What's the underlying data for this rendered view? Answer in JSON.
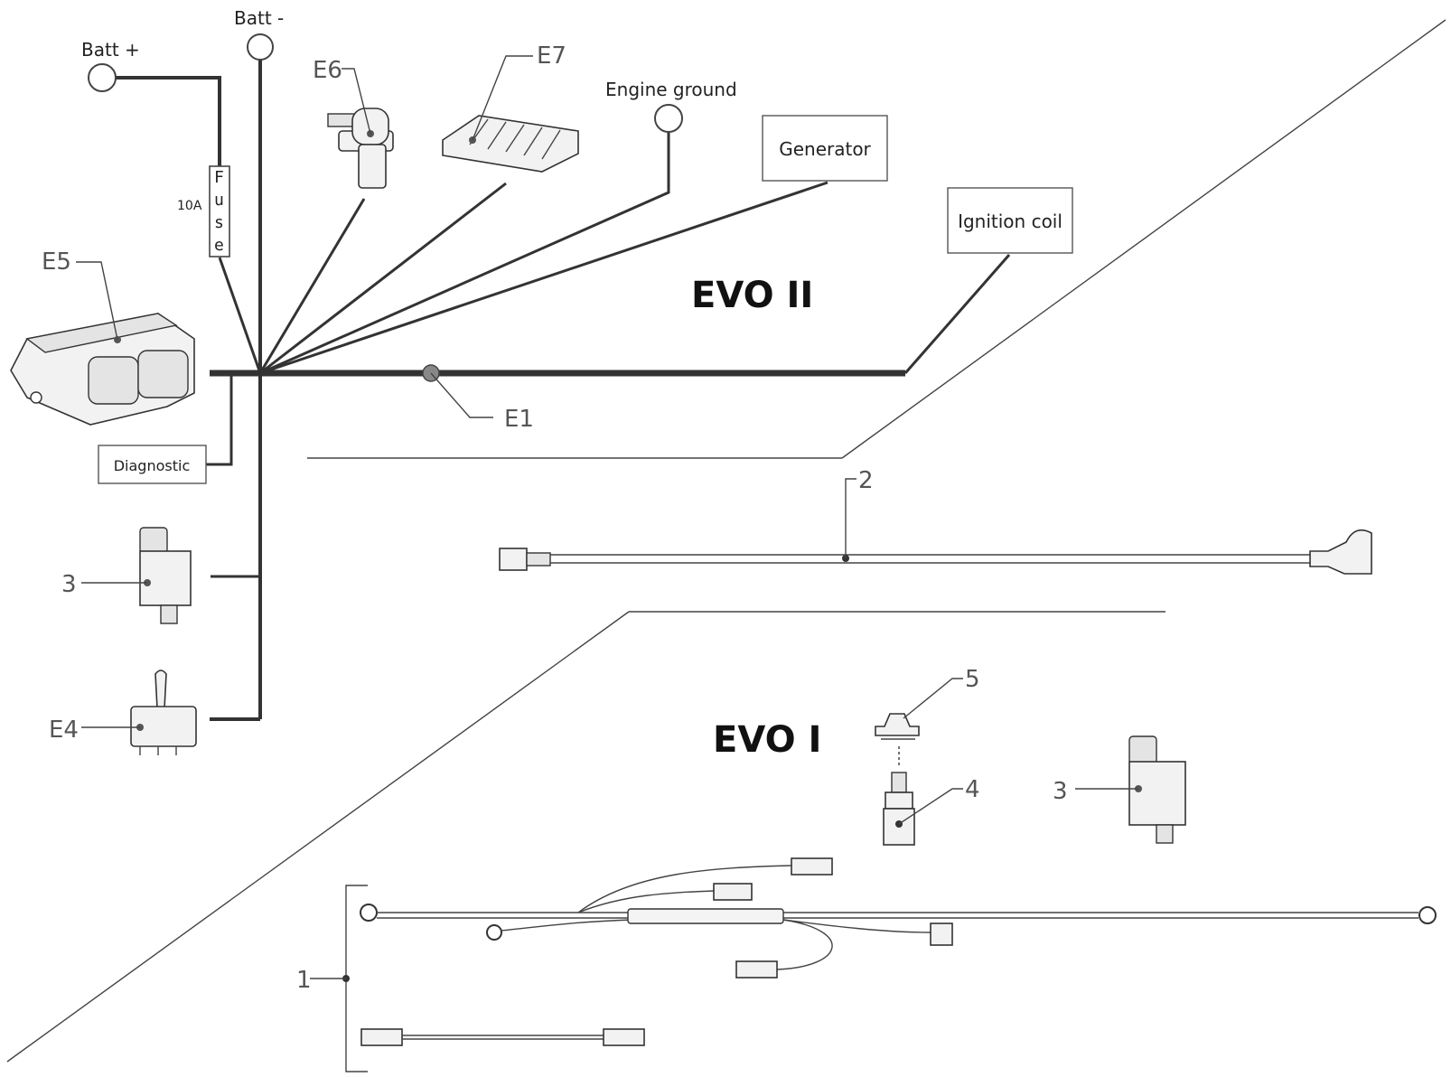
{
  "sections": {
    "evo2_title": "EVO II",
    "evo1_title": "EVO I"
  },
  "terminals": {
    "batt_plus": "Batt +",
    "batt_minus": "Batt -",
    "engine_ground": "Engine ground"
  },
  "boxes": {
    "generator": "Generator",
    "ignition_coil": "Ignition coil",
    "diagnostic": "Diagnostic"
  },
  "fuse": {
    "rating": "10A",
    "letters": [
      "F",
      "u",
      "s",
      "e"
    ]
  },
  "callouts": {
    "e1": "E1",
    "e4": "E4",
    "e5": "E5",
    "e6": "E6",
    "e7": "E7",
    "item1": "1",
    "item2": "2",
    "item3_evo2": "3",
    "item3_evo1": "3",
    "item4": "4",
    "item5": "5"
  },
  "colors": {
    "wire": "#333333",
    "line": "#444444",
    "background": "#ffffff"
  }
}
